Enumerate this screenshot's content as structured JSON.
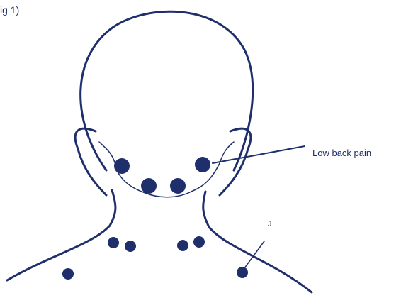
{
  "figure": {
    "caption": "ig 1)",
    "callout_label": "Low back pain",
    "point_label": "J",
    "colors": {
      "ink": "#1f2f6b",
      "background": "#ffffff"
    }
  }
}
